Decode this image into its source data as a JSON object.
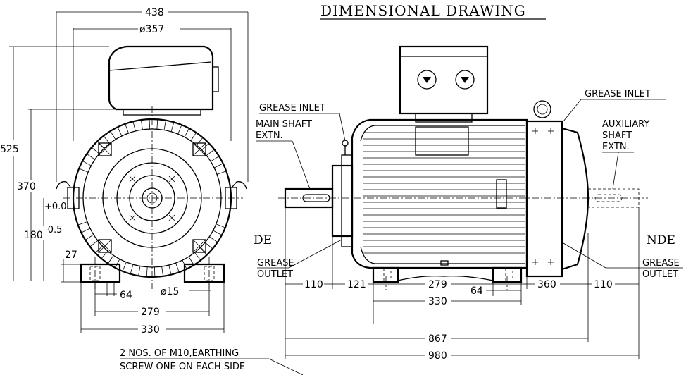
{
  "title": "DIMENSIONAL DRAWING",
  "end_labels": {
    "drive_end": "DE",
    "non_drive_end": "NDE"
  },
  "front_view_dims": {
    "overall_width": "438",
    "frame_dia": "ø357",
    "overall_height": "525",
    "height_to_tb": "370",
    "shaft_height": "180",
    "shaft_tol_upper": "+0.0",
    "shaft_tol_lower": "-0.5",
    "foot_thickness": "27",
    "foot_width": "64",
    "bolt_hole": "ø15",
    "foot_centres": "279",
    "base_width": "330"
  },
  "side_view_dims": {
    "main_shaft": "110",
    "de_to_foot": "121",
    "foot_centres": "279",
    "foot_width": "64",
    "foot_length": "330",
    "nde_length": "360",
    "aux_shaft": "110",
    "body_length": "867",
    "overall_length": "980"
  },
  "labels": {
    "grease_inlet_de": "GREASE INLET",
    "main_shaft_line1": "MAIN SHAFT",
    "main_shaft_line2": "EXTN.",
    "grease_inlet_nde": "GREASE INLET",
    "aux_line1": "AUXILIARY",
    "aux_line2": "SHAFT",
    "aux_line3": "EXTN.",
    "grease_outlet_de_1": "GREASE",
    "grease_outlet_de_2": "OUTLET",
    "grease_outlet_nde_1": "GREASE",
    "grease_outlet_nde_2": "OUTLET",
    "earthing_1": "2 NOS. OF M10,EARTHING",
    "earthing_2": "SCREW ONE ON EACH SIDE"
  }
}
